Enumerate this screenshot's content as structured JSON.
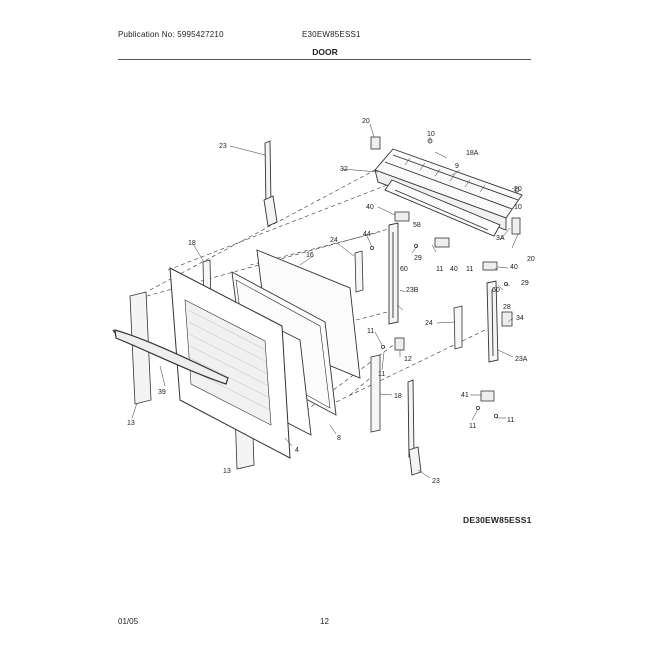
{
  "header": {
    "publication": "Publication No: 5995427210",
    "model": "E30EW85ESS1",
    "section": "DOOR"
  },
  "diagram_code": "DE30EW85ESS1",
  "footer": {
    "date": "01/05",
    "page": "12"
  },
  "callouts": {
    "c1": "10",
    "c2": "20",
    "c3": "18A",
    "c4": "23",
    "c5": "32",
    "c6": "9",
    "c7": "10",
    "c8": "40",
    "c9": "58",
    "c10": "20",
    "c11": "44",
    "c12": "24",
    "c13": "18",
    "c14": "16",
    "c15": "29",
    "c16": "3A",
    "c17": "11",
    "c18": "60",
    "c19": "40",
    "c20": "11",
    "c21": "40",
    "c22": "23B",
    "c23": "60",
    "c24": "29",
    "c25": "28",
    "c26": "24",
    "c27": "11",
    "c28": "12",
    "c29": "34",
    "c30": "23A",
    "c31": "11",
    "c32": "18",
    "c33": "41",
    "c34": "11",
    "c35": "11",
    "c36": "39",
    "c37": "13",
    "c38": "13",
    "c39": "4",
    "c40": "8",
    "c41": "23",
    "c42": "20"
  }
}
